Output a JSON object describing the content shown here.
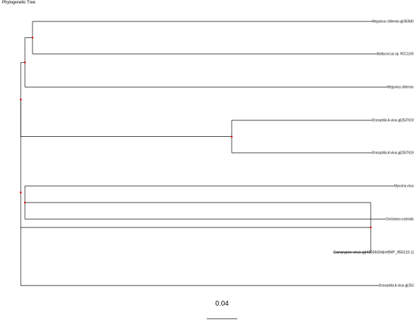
{
  "title": "Phylogenetic Tree",
  "tree": {
    "children": [
      {
        "children": [
          {
            "children": [
              {
                "children": [
                  {
                    "name": "Megavirus chiliensis-gi|363540"
                  },
                  {
                    "name": "Bathycoccus sp. RCC1105"
                  }
                ]
              },
              {
                "name": "Megavirus chiliensis"
              }
            ]
          },
          {
            "children": [
              {
                "name": "Drosophila A virus-gi|2537619"
              },
              {
                "name": "Drosophila A virus-gi|2537619"
              }
            ]
          }
        ]
      },
      {
        "children": [
          {
            "children": [
              {
                "name": "Myxoma virus"
              },
              {
                "name": "Choristoneura occidentalis"
              }
            ]
          },
          {
            "name": "Canarypox virus-gi|40556034|ref|NP_955119.1|"
          }
        ]
      },
      {
        "name": "Drosophila A virus-gi|253"
      }
    ]
  },
  "scale_bar": {
    "label": "0.04"
  },
  "colors": {
    "node": "#e00000",
    "branch": "#000000"
  }
}
